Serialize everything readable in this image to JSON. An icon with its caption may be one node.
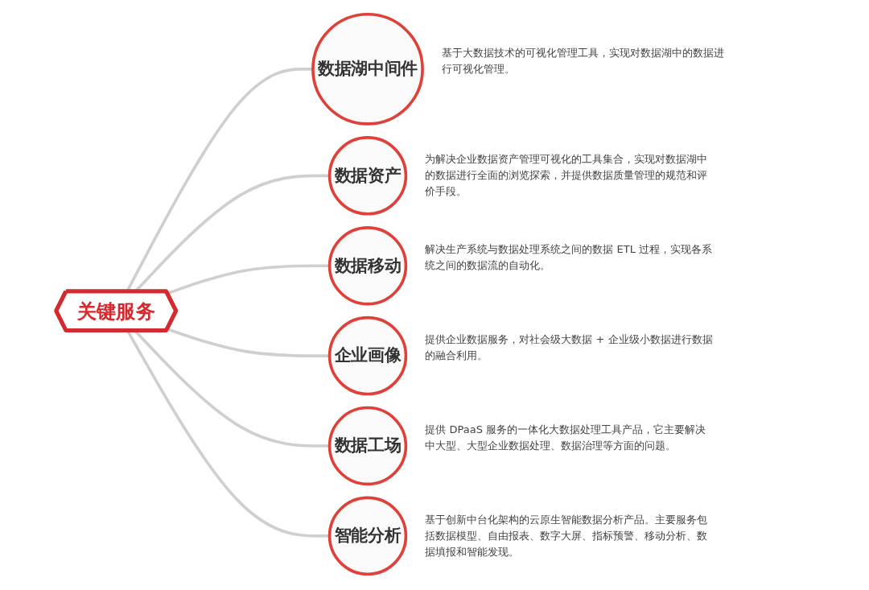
{
  "diagram": {
    "nodes": [
      {
        "text": [
          "关键服务"
        ]
      },
      {
        "text": [
          "数据湖中间件"
        ],
        "beside": [
          "基于大数据技术的可视化管理工具，实现对数据湖中的数据进行可视化管理。"
        ]
      },
      {
        "text": [
          "数据资产"
        ],
        "beside": [
          "为解决企业数据资产管理可视化的工具集合，实现对数据湖中的数据进行全面的浏览探索，并提供数据质量管理的规范和评价手段。"
        ]
      },
      {
        "text": [
          "数据移动"
        ],
        "beside": [
          "解决生产系统与数据处理系统之间的数据 ETL 过程，实现各系统之间的数据流的自动化。"
        ]
      },
      {
        "text": [
          "企业画像"
        ],
        "beside": [
          "提供企业数据服务，对社会级大数据 + 企业级小数据进行数据的融合利用。"
        ]
      },
      {
        "text": [
          "数据工场"
        ],
        "beside": [
          "提供 DPaaS 服务的一体化大数据处理工具产品，它主要解决中大型、大型企业数据处理、数据治理等方面的问题。"
        ]
      },
      {
        "text": [
          "智能分析"
        ],
        "beside": [
          "基于创新中台化架构的云原生智能数据分析产品。主要服务包括数据模型、自由报表、数字大屏、指标预警、移动分析、数据填报和智能发现。"
        ]
      }
    ],
    "edges": [
      {
        "from": 0,
        "to": 1,
        "arrow": "none"
      },
      {
        "from": 0,
        "to": 2,
        "arrow": "none"
      },
      {
        "from": 0,
        "to": 3,
        "arrow": "none"
      },
      {
        "from": 0,
        "to": 4,
        "arrow": "none"
      },
      {
        "from": 0,
        "to": 5,
        "arrow": "none"
      },
      {
        "from": 0,
        "to": 6,
        "arrow": "none"
      }
    ]
  }
}
